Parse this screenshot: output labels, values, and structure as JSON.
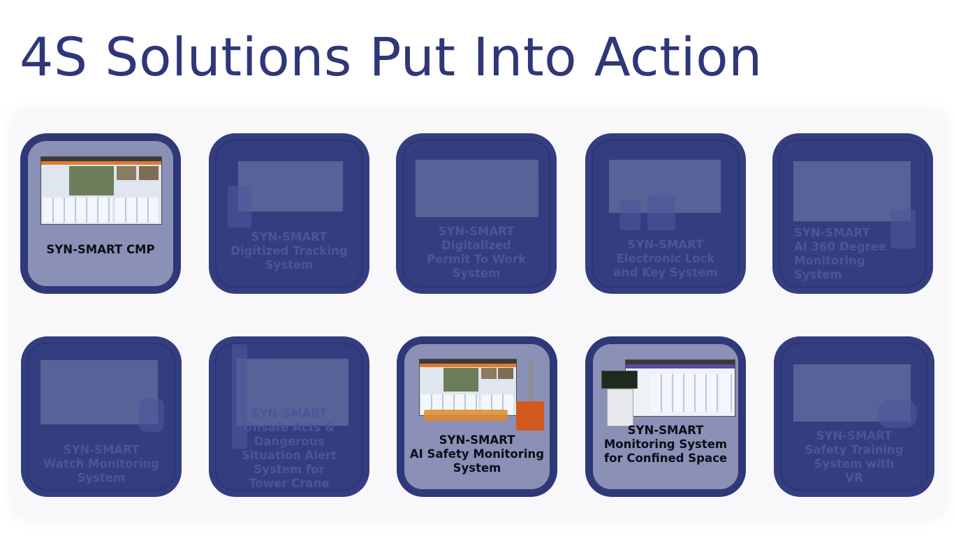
{
  "page": {
    "title": "4S Solutions Put Into Action"
  },
  "cards": [
    {
      "label": "SYN-SMART CMP",
      "active": true
    },
    {
      "label": "SYN-SMART\nDigitized Tracking\nSystem",
      "active": false
    },
    {
      "label": "SYN-SMART\nDigitalized\nPermit To Work\nSystem",
      "active": false
    },
    {
      "label": "SYN-SMART\nElectronic Lock\nand Key System",
      "active": false
    },
    {
      "label": "SYN-SMART\nAI 360 Degree\nMonitoring\nSystem",
      "active": false
    },
    {
      "label": "SYN-SMART\nWatch Monitoring\nSystem",
      "active": false
    },
    {
      "label": "SYN-SMART\nUnsafe Acts &\nDangerous\nSituation Alert\nSystem for\nTower Crane",
      "active": false
    },
    {
      "label": "SYN-SMART\nAI Safety Monitoring\nSystem",
      "active": true
    },
    {
      "label": "SYN-SMART\nMonitoring System\nfor Confined Space",
      "active": true
    },
    {
      "label": "SYN-SMART\nSafety Training\nSystem with\nVR",
      "active": false
    }
  ]
}
